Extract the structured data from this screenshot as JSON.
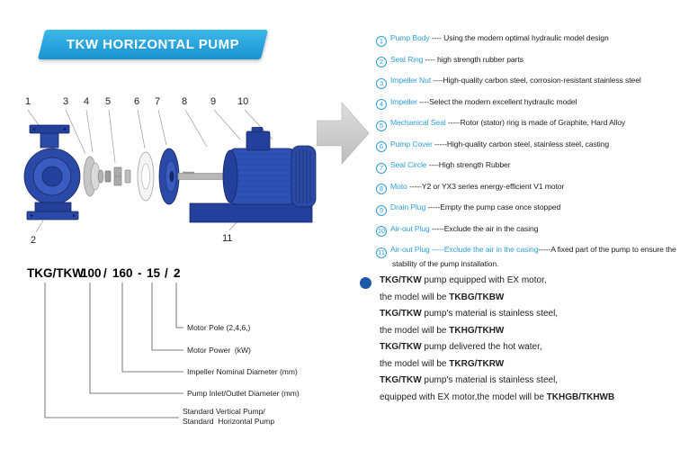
{
  "colors": {
    "accent_blue": "#2e9fd8",
    "banner_blue": "#1b92d0",
    "pump_blue": "#2b4aa8",
    "bullet_blue": "#1e58a8",
    "text_dark": "#222222",
    "arrow_gray": "#cccccc"
  },
  "header": {
    "title": "TKW HORIZONTAL PUMP"
  },
  "diagram": {
    "numbers": {
      "n1": "1",
      "n2": "2",
      "n3": "3",
      "n4": "4",
      "n5": "5",
      "n6": "6",
      "n7": "7",
      "n8": "8",
      "n9": "9",
      "n10": "10",
      "n11": "11"
    }
  },
  "parts": [
    {
      "num": "1",
      "name": "Pump Body",
      "desc": " ---- Using the modern optimal hydraulic model design"
    },
    {
      "num": "2",
      "name": "Seal Ring",
      "desc": " ---- high strength rubber parts"
    },
    {
      "num": "3",
      "name": "Impeller Nut",
      "desc": " ----High-quality carbon steel, corrosion-resistant stainless steel"
    },
    {
      "num": "4",
      "name": "Impeller",
      "desc": " ----Select the modern excellent hydraulic model"
    },
    {
      "num": "5",
      "name": "Mechanical Seal",
      "desc": " -----Rotor (stator) ring is made of Graphite, Hard Alloy"
    },
    {
      "num": "6",
      "name": "Pump Cover",
      "desc": " -----High-quality carbon steel, stainless steel, casting"
    },
    {
      "num": "7",
      "name": "Seal Circle",
      "desc": " ----High strength Rubber"
    },
    {
      "num": "8",
      "name": "Moto",
      "desc": " -----Y2 or YX3 series energy-efficient V1 motor"
    },
    {
      "num": "9",
      "name": "Drain Plug",
      "desc": " -----Empty the pump case once stopped"
    },
    {
      "num": "10",
      "name": "Air-out Plug",
      "desc": " -----Exclude the air in the casing"
    },
    {
      "num": "11",
      "name": "Air-out Plug",
      "name_ext": " -----Exclude the air in the casing",
      "desc": "-----A fixed part of the pump to ensure the stability of the pump installation."
    }
  ],
  "model_code": {
    "prefix": "TKG/TKW",
    "d1": "100",
    "s1": "/",
    "d2": "160",
    "s2": "-",
    "d3": "15",
    "s3": "/",
    "d4": "2",
    "labels": {
      "motor_pole": "Motor Pole (2,4,6,)",
      "motor_power": "Motor Power  (kW)",
      "impeller_diameter": "Impeller Nominal Diameter (mm)",
      "inlet_outlet": "Pump Inlet/Outlet Diameter (mm)",
      "standard_line1": "Standard Vertical Pump/",
      "standard_line2": "Standard  Horizontal Pump"
    }
  },
  "notes": [
    {
      "b": "TKG/TKW",
      "t": " pump equipped with EX motor,",
      "b2": ""
    },
    {
      "b": "",
      "t": "the model will be ",
      "b2": "TKBG/TKBW"
    },
    {
      "b": "TKG/TKW",
      "t": " pump's material is stainless steel,",
      "b2": ""
    },
    {
      "b": "",
      "t": "the model will be ",
      "b2": "TKHG/TKHW"
    },
    {
      "b": "TKG/TKW",
      "t": " pump delivered the hot water,",
      "b2": ""
    },
    {
      "b": "",
      "t": "the model will be ",
      "b2": "TKRG/TKRW"
    },
    {
      "b": "TKG/TKW",
      "t": " pump's material is stainless steel,",
      "b2": ""
    },
    {
      "b": "",
      "t": "equipped with EX motor,the model will be ",
      "b2": "TKHGB/TKHWB"
    }
  ]
}
